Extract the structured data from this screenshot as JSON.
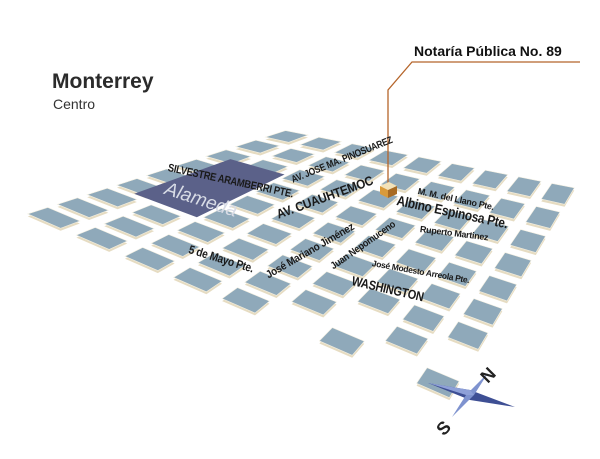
{
  "header": {
    "title": "Monterrey",
    "subtitle": "Centro"
  },
  "marker": {
    "label": "Notaría Pública No. 89",
    "color": "#c8892b",
    "line_color": "#b5652a"
  },
  "park": {
    "label": "Alameda",
    "color": "#5b6189"
  },
  "streets": [
    {
      "label": "SILVESTRE ARAMBERRI PTE."
    },
    {
      "label": "AV. JOSE MA. PINOSUAREZ"
    },
    {
      "label": "AV. CUAUHTEMOC"
    },
    {
      "label": "M. M. del Llano Pte."
    },
    {
      "label": "Albino Espinosa Pte."
    },
    {
      "label": "Ruperto Martinez"
    },
    {
      "label": "5 de Mayo Pte."
    },
    {
      "label": "José Mariano Jiménez"
    },
    {
      "label": "Juan Nepomuceno"
    },
    {
      "label": "José Modesto Arreola Pte."
    },
    {
      "label": "WASHINGTON"
    }
  ],
  "compass": {
    "north": "N",
    "south": "S",
    "color": "#5a6fb5"
  },
  "colors": {
    "block": "#8fa9ba",
    "block_edge": "#e6dcc2",
    "street": "#f1ecdc"
  }
}
